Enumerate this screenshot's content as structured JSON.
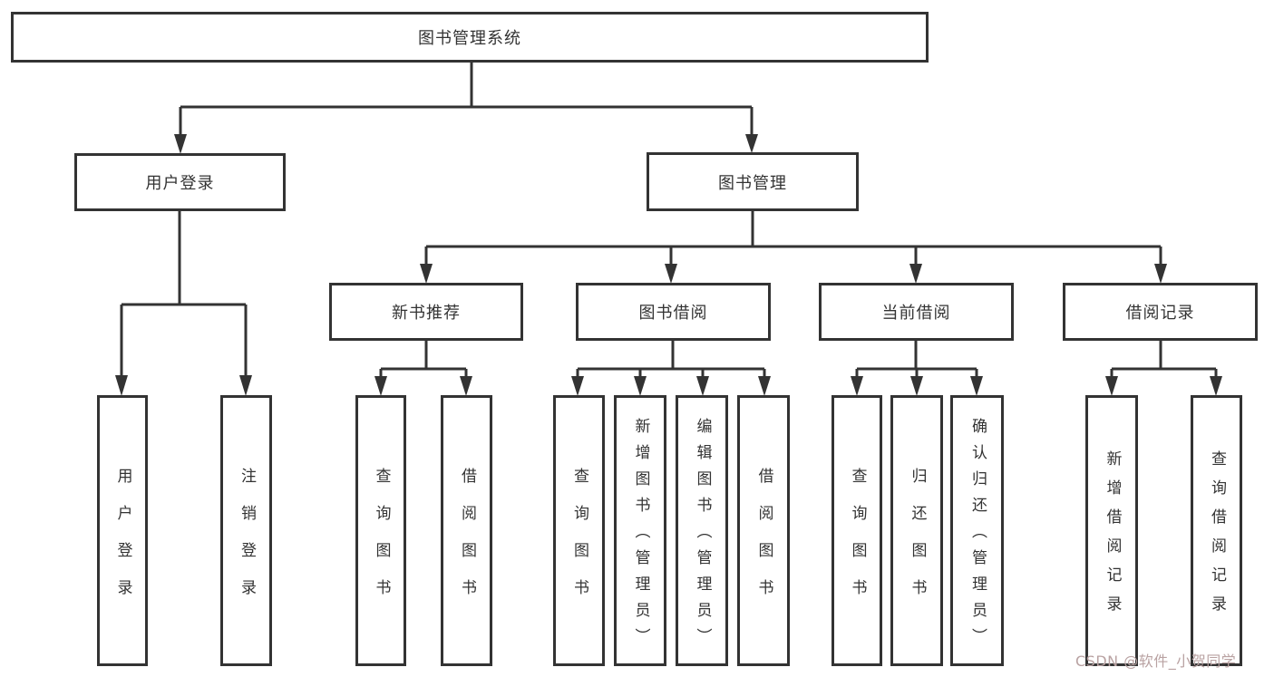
{
  "diagram_type": "functional-structure-tree",
  "tree": {
    "root": {
      "label": "图书管理系统"
    },
    "branches": [
      {
        "label": "用户登录",
        "children": [
          {
            "label": "用户登录"
          },
          {
            "label": "注销登录"
          }
        ]
      },
      {
        "label": "图书管理",
        "children": [
          {
            "label": "新书推荐",
            "children": [
              {
                "label": "查询图书"
              },
              {
                "label": "借阅图书"
              }
            ]
          },
          {
            "label": "图书借阅",
            "children": [
              {
                "label": "查询图书"
              },
              {
                "label": "新增图书（管理员）"
              },
              {
                "label": "编辑图书（管理员）"
              },
              {
                "label": "借阅图书"
              }
            ]
          },
          {
            "label": "当前借阅",
            "children": [
              {
                "label": "查询图书"
              },
              {
                "label": "归还图书"
              },
              {
                "label": "确认归还（管理员）"
              }
            ]
          },
          {
            "label": "借阅记录",
            "children": [
              {
                "label": "新增借阅记录"
              },
              {
                "label": "查询借阅记录"
              }
            ]
          }
        ]
      }
    ]
  },
  "watermark": {
    "text": "CSDN @软件_小贺同学",
    "color": "#b9a2a2"
  },
  "colors": {
    "background": "#ffffff",
    "box_border": "#333333",
    "connector_line": "#333333",
    "text": "#333333"
  }
}
